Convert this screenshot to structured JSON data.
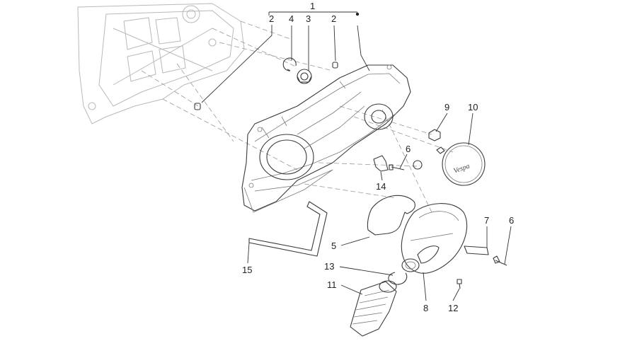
{
  "callouts": {
    "c1": "1",
    "c2a": "2",
    "c4": "4",
    "c3": "3",
    "c2b": "2",
    "c9": "9",
    "c10": "10",
    "c6a": "6",
    "c14": "14",
    "c5": "5",
    "c7": "7",
    "c6b": "6",
    "c15": "15",
    "c13": "13",
    "c11": "11",
    "c8": "8",
    "c12": "12"
  },
  "badge_text": "Vespa",
  "colors": {
    "line": "#3a3a3a",
    "ghost": "#b9b9b9",
    "text": "#222222"
  }
}
